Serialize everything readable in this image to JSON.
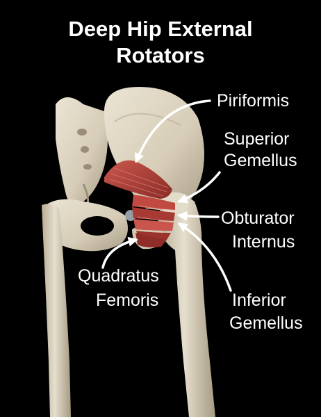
{
  "title": {
    "line1": "Deep Hip External",
    "line2": "Rotators"
  },
  "labels": {
    "piriformis": "Piriformis",
    "superior_gemellus_1": "Superior",
    "superior_gemellus_2": "Gemellus",
    "obturator_internus_1": "Obturator",
    "obturator_internus_2": "Internus",
    "inferior_gemellus_1": "Inferior",
    "inferior_gemellus_2": "Gemellus",
    "quadratus_femoris_1": "Quadratus",
    "quadratus_femoris_2": "Femoris"
  },
  "colors": {
    "background": "#000000",
    "bone": "#d9d0bd",
    "bone_shadow": "#a89c84",
    "muscle": "#b0413a",
    "muscle_dark": "#7a2420",
    "text": "#ffffff"
  }
}
